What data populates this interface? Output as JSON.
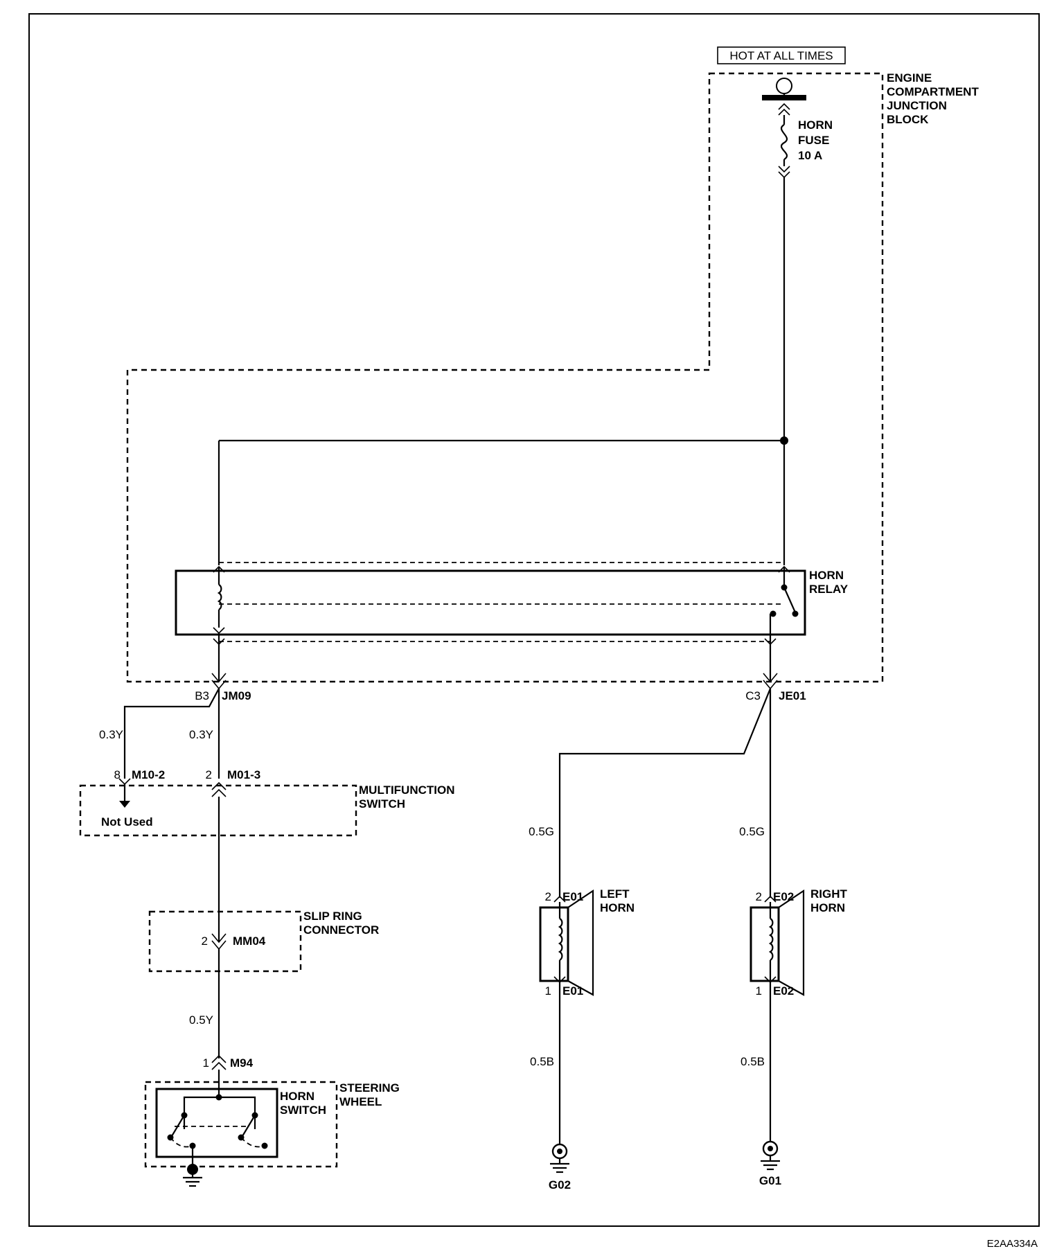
{
  "power": {
    "hot_label": "HOT AT ALL TIMES"
  },
  "junction_block": {
    "label_lines": [
      "ENGINE",
      "COMPARTMENT",
      "JUNCTION",
      "BLOCK"
    ],
    "fuse_lines": [
      "HORN",
      "FUSE",
      "10 A"
    ]
  },
  "relay": {
    "label_lines": [
      "HORN",
      "RELAY"
    ]
  },
  "connectors": {
    "left_pin": "B3",
    "left_id": "JM09",
    "right_pin": "C3",
    "right_id": "JE01",
    "m10_pin": "8",
    "m10_id": "M10-2",
    "m01_pin": "2",
    "m01_id": "M01-3",
    "mm04_pin": "2",
    "mm04_id": "MM04",
    "m94_pin": "1",
    "m94_id": "M94",
    "left_horn_top_pin": "2",
    "left_horn_top_id": "E01",
    "left_horn_bottom_pin": "1",
    "left_horn_bottom_id": "E01",
    "right_horn_top_pin": "2",
    "right_horn_top_id": "E02",
    "right_horn_bottom_pin": "1",
    "right_horn_bottom_id": "E02"
  },
  "wires": {
    "w_m10": "0.3Y",
    "w_m01": "0.3Y",
    "w_steering": "0.5Y",
    "w_left_horn": "0.5G",
    "w_right_horn": "0.5G",
    "w_left_ground": "0.5B",
    "w_right_ground": "0.5B"
  },
  "components": {
    "multifunction_lines": [
      "MULTIFUNCTION",
      "SWITCH"
    ],
    "not_used": "Not Used",
    "slip_ring_lines": [
      "SLIP RING",
      "CONNECTOR"
    ],
    "steering_lines": [
      "STEERING",
      "WHEEL"
    ],
    "horn_switch_lines": [
      "HORN",
      "SWITCH"
    ],
    "left_horn_lines": [
      "LEFT",
      "HORN"
    ],
    "right_horn_lines": [
      "RIGHT",
      "HORN"
    ]
  },
  "grounds": {
    "g02": "G02",
    "g01": "G01"
  },
  "figure_id": "E2AA334A"
}
